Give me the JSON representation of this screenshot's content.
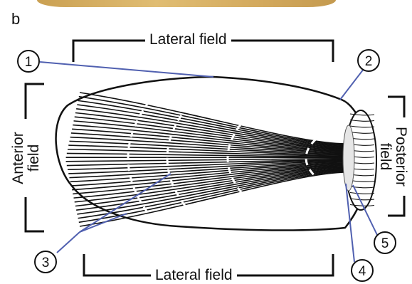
{
  "panel_label": "b",
  "fields": {
    "lateral_top": "Lateral field",
    "lateral_bottom": "Lateral field",
    "anterior": [
      "Anterior",
      "field"
    ],
    "posterior": [
      "Posterior",
      "field"
    ]
  },
  "callouts": [
    "1",
    "2",
    "3",
    "4",
    "5"
  ],
  "colors": {
    "callout_line": "#5060b0",
    "strokes": "#111111"
  }
}
